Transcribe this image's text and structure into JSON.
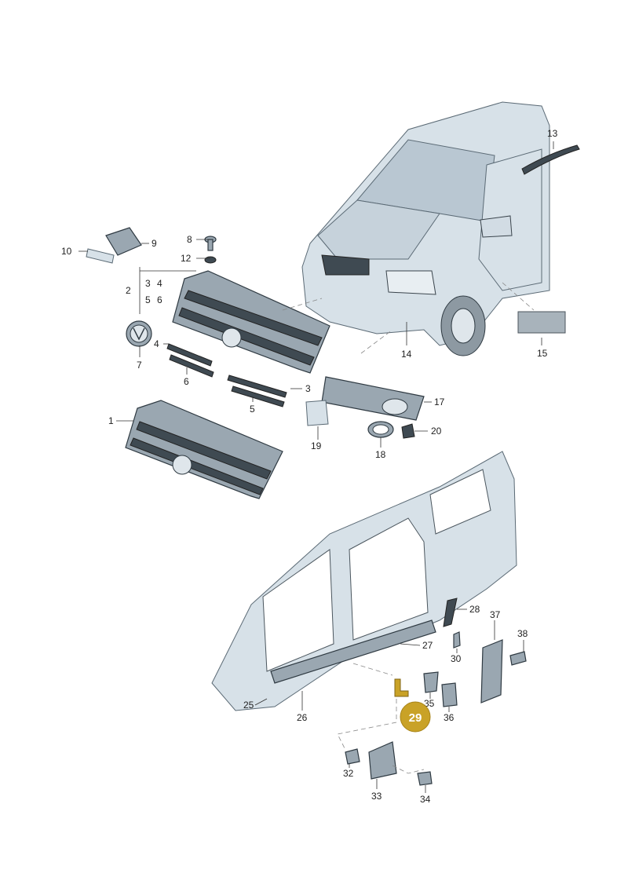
{
  "labels": {
    "n1": "1",
    "n2": "2",
    "n3a": "3",
    "n3b": "3",
    "n4a": "4",
    "n4b": "4",
    "n5a": "5",
    "n5b": "5",
    "n6a": "6",
    "n6b": "6",
    "n7": "7",
    "n8": "8",
    "n9": "9",
    "n10": "10",
    "n12": "12",
    "n13": "13",
    "n14": "14",
    "n15": "15",
    "n17": "17",
    "n18": "18",
    "n19": "19",
    "n20": "20",
    "n25": "25",
    "n26": "26",
    "n27": "27",
    "n28": "28",
    "n30": "30",
    "n32": "32",
    "n33": "33",
    "n34": "34",
    "n35": "35",
    "n36": "36",
    "n37": "37",
    "n38": "38"
  },
  "callout": {
    "number": "29",
    "color": "#c9a227"
  }
}
